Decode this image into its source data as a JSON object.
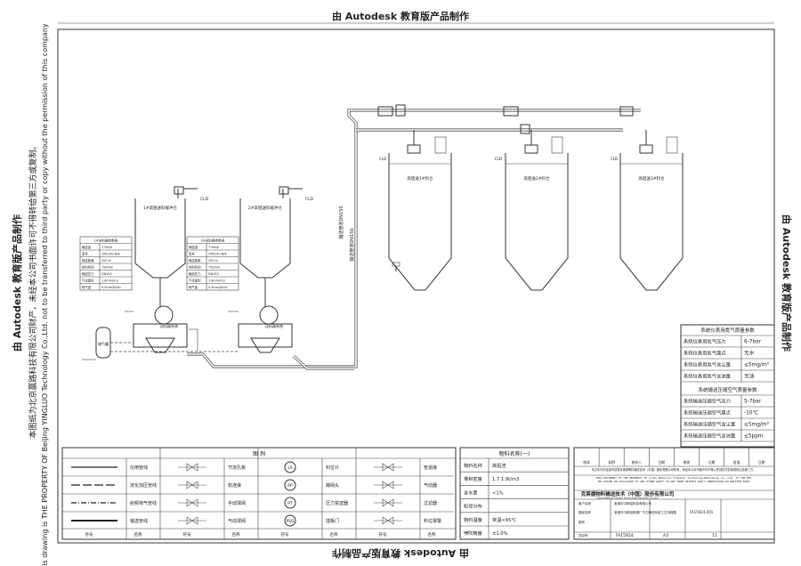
{
  "watermark": {
    "top": "由 Autodesk 教育版产品制作",
    "bottom": "由 Autodesk 教育版产品制作",
    "left": "由 Autodesk 教育版产品制作",
    "right": "由 Autodesk 教育版产品制作"
  },
  "property_notice": {
    "cn": "本图纸为北京赢路科技有限公司财产，未经本公司书面许可不得转给第三方或复制。",
    "en": "This drawing is THE PROPERTY OF Beijing YINGLUO Technology Co.,Ltd. not to be transferred to third party or copy without the permission of this company"
  },
  "diagram": {
    "vent_label": "CLD",
    "silos": [
      {
        "label": "1#高铝送料缓冲仓"
      },
      {
        "label": "2#高铝送料缓冲仓"
      }
    ],
    "feeders": [
      {
        "label": "送料器系统"
      },
      {
        "label": "送料器系统"
      }
    ],
    "receivers": [
      {
        "label": "高铝送1#料仓"
      },
      {
        "label": "高铝送2#料仓"
      },
      {
        "label": "高铝送3#料仓"
      }
    ],
    "pipe_labels": [
      "输送管道DN150",
      "输送管道DN150"
    ],
    "tank_label": "储气罐",
    "tables": [
      {
        "title": "1#送料器参数表",
        "rows": [
          [
            "输送量",
            "7.95t/h"
          ],
          [
            "型号",
            "CPD150-N/A"
          ],
          [
            "输送距离",
            "200 m"
          ],
          [
            "排料时间",
            "750mm"
          ],
          [
            "输送压力",
            "DN150"
          ],
          [
            "气化面积",
            "1.6mm/m3"
          ],
          [
            "耗气量",
            "0.5mm3/min"
          ]
        ]
      },
      {
        "title": "2#送料器参数表",
        "rows": [
          [
            "输送量",
            "7.95t/h"
          ],
          [
            "型号",
            "CPD150-N/A"
          ],
          [
            "输送距离",
            "200 m"
          ],
          [
            "排料时间",
            "750mm"
          ],
          [
            "输送压力",
            "DN150"
          ],
          [
            "气化面积",
            "1.6mm/m3"
          ],
          [
            "耗气量",
            "0.5mm3/min"
          ]
        ]
      }
    ]
  },
  "gas_params": {
    "title1": "系统仪表用氮气质量参数",
    "rows1": [
      [
        "系统仪表用氮气压力",
        "6-7bar"
      ],
      [
        "系统仪表用氮气露点",
        "无水"
      ],
      [
        "系统仪表用氮气含尘量",
        "≤5mg/m³"
      ],
      [
        "系统仪表用氮气含油量",
        "无油"
      ]
    ],
    "title2": "系统输送压缩空气质量参数",
    "rows2": [
      [
        "系统输送压缩空气压力",
        "5-7bar"
      ],
      [
        "系统输送压缩空气露点",
        "-10℃"
      ],
      [
        "系统输送压缩空气含尘量",
        "≤5mg/m³"
      ],
      [
        "系统输送压缩空气含油量",
        "≤5ppm"
      ]
    ]
  },
  "legend": {
    "title": "图  例",
    "cols": [
      {
        "items": [
          "仪用管线",
          "流化加压管线",
          "射频荷气管线",
          "输送管线"
        ]
      },
      {
        "items": [
          "节流孔板",
          "软连接",
          "手动球阀",
          "气动球阀"
        ]
      },
      {
        "items": [
          "料位计",
          "蝶阀头",
          "压力变送器",
          "插板门"
        ]
      },
      {
        "items": [
          "管道接",
          "气动器",
          "过滤器",
          "料位报警"
        ]
      }
    ],
    "marks": [
      "LS",
      "PP",
      "PT",
      "PSO"
    ],
    "footer": [
      "符号",
      "名称",
      "符号",
      "名称",
      "符号",
      "名称",
      "符号",
      "名称"
    ]
  },
  "material": {
    "title": "物料名称(一)",
    "rows": [
      [
        "物料名称",
        "高铝渣"
      ],
      [
        "堆积密度",
        "1.7  1.9t/m3"
      ],
      [
        "含水量",
        "<1%"
      ],
      [
        "粒径分布",
        ""
      ],
      [
        "物料温度",
        "常温<45℃"
      ],
      [
        "喷吹精度",
        "±1.0%"
      ]
    ]
  },
  "title_block": {
    "company": "克莱德物料输送技术（中国）股份有限公司",
    "company_en": "Clyde Material Transfer Technology(Mainland) Co.,Ltd.",
    "drawing_title": "宝钢华中精铝炼钢厂气力输送系统工艺流程图",
    "client": "宝钢华中精铝科技有限公司",
    "dwg_no": "FA15924.001",
    "project_no": "FA15924",
    "size": "A3",
    "sheet": "11",
    "notice_cn": "本文件中的全部内容属克莱德物料输送技术（中国）股份有限公司所有，未经本公司书面许可不得以任何形式复制或转让给第三方。",
    "notice_en1": "THIS DOCUMENT IS THE PROPERTY OF Clyde Material Transfer Technology(Mainland) Co.,Ltd. IT CAN NOT",
    "notice_en2": "BE COPIED OR DISCLOSED TO ANY OTHER PARTY IN ANY FORM WITHOUT OUR'S PERMISSION IN WRITTEN FORM",
    "rev_head": [
      "修改",
      "说明",
      "修改人",
      "日期",
      "审核",
      "日期",
      "批准",
      "日期"
    ],
    "labels": {
      "client": "客户名称",
      "project": "项目名称",
      "dwg_name": "图纸名称",
      "dwg_no": "图号",
      "drawn": "设计",
      "check": "校核",
      "approved": "批准",
      "description": "图纸说明",
      "project_no": "项目号",
      "size": "图幅",
      "scale": "比例",
      "sheet": "张数"
    }
  }
}
